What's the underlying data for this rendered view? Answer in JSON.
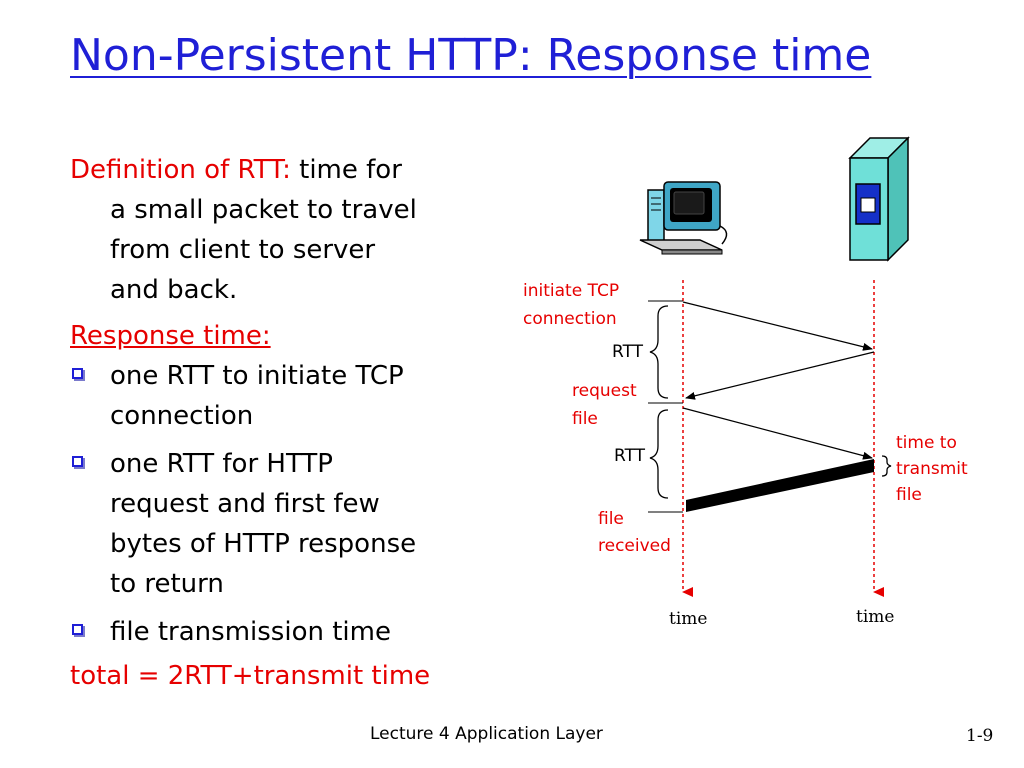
{
  "slide": {
    "title": "Non-Persistent HTTP: Response time",
    "footer": "Lecture 4 Application Layer",
    "page_number": "1-9"
  },
  "text": {
    "rtt_def_label": "Definition of RTT:",
    "rtt_def_line1": " time for",
    "rtt_def_line2": "a small packet to travel",
    "rtt_def_line3": "from client to server",
    "rtt_def_line4": "and back.",
    "response_time_label": "Response time:",
    "bullets": [
      [
        "one RTT to initiate TCP",
        "connection"
      ],
      [
        "one RTT for HTTP",
        "request and first few",
        "bytes of HTTP response",
        "to return"
      ],
      [
        "file transmission time"
      ]
    ],
    "total": "total = 2RTT+transmit time"
  },
  "diagram": {
    "initiate_line1": "initiate TCP",
    "initiate_line2": "connection",
    "rtt_label_1": "RTT",
    "request_line1": "request",
    "request_line2": "file",
    "rtt_label_2": "RTT",
    "transmit_line1": "time to",
    "transmit_line2": "transmit",
    "transmit_line3": "file",
    "received_line1": "file",
    "received_line2": "received",
    "time_client": "time",
    "time_server": "time"
  },
  "colors": {
    "title": "#1f1fd6",
    "accent_red": "#e60000",
    "server_body": "#6fe0d8"
  }
}
